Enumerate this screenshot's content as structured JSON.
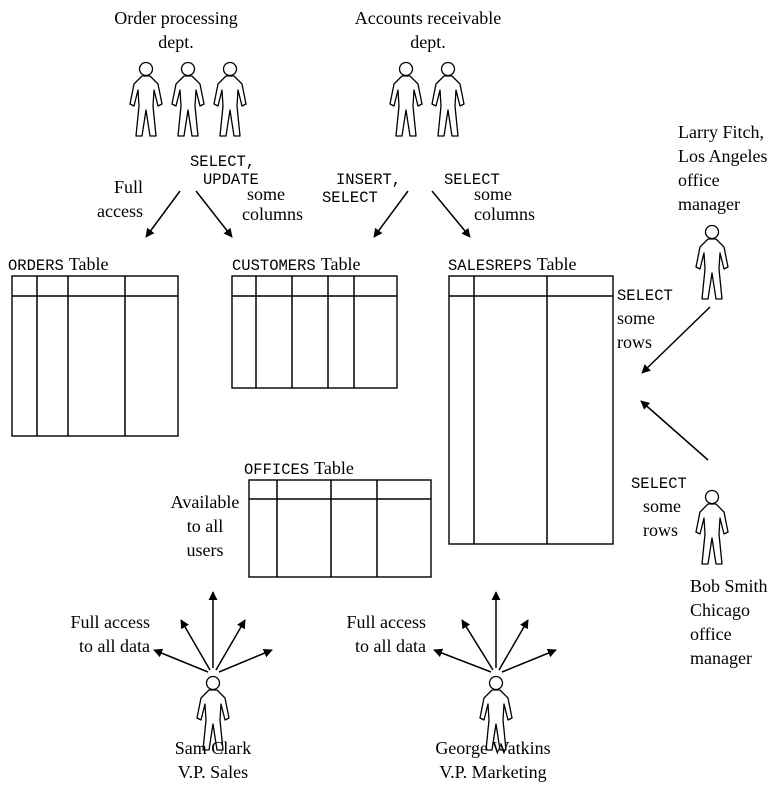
{
  "groups": {
    "order_processing": [
      "Order processing",
      "dept."
    ],
    "accounts_receivable": [
      "Accounts receivable",
      "dept."
    ]
  },
  "people": {
    "larry": [
      "Larry Fitch,",
      "Los Angeles",
      "office",
      "manager"
    ],
    "bob": [
      "Bob Smith,",
      "Chicago",
      "office",
      "manager"
    ],
    "sam": [
      "Sam Clark",
      "V.P. Sales"
    ],
    "george": [
      "George Watkins",
      "V.P. Marketing"
    ]
  },
  "tables": {
    "orders": {
      "name": "ORDERS",
      "suffix": "Table"
    },
    "customers": {
      "name": "CUSTOMERS",
      "suffix": "Table"
    },
    "salesreps": {
      "name": "SALESREPS",
      "suffix": "Table"
    },
    "offices": {
      "name": "OFFICES",
      "suffix": "Table"
    }
  },
  "labels": {
    "full_access": [
      "Full",
      "access"
    ],
    "select_update": [
      "SELECT,",
      "UPDATE"
    ],
    "some_columns_1": [
      "some",
      "columns"
    ],
    "insert_select": [
      "INSERT,",
      "SELECT"
    ],
    "select_cols": "SELECT",
    "some_columns_2": [
      "some",
      "columns"
    ],
    "larry_select": "SELECT",
    "larry_rows": [
      "some",
      "rows"
    ],
    "bob_select": "SELECT",
    "bob_rows": [
      "some",
      "rows"
    ],
    "available": [
      "Available",
      "to all",
      "users"
    ],
    "sam_access": [
      "Full access",
      "to all data"
    ],
    "george_access": [
      "Full access",
      "to all data"
    ]
  }
}
